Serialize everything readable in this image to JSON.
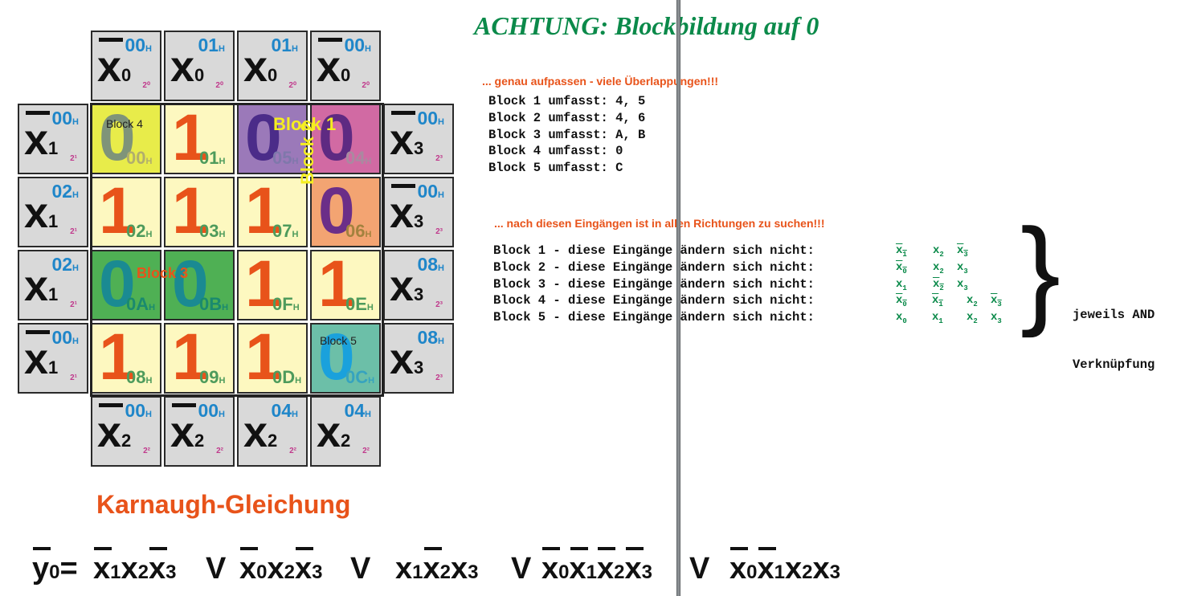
{
  "title": "ACHTUNG: Blockbildung auf 0",
  "top_headers": [
    {
      "hex": "00",
      "var": "x",
      "sub": "0",
      "bar": true,
      "pw": "2⁰"
    },
    {
      "hex": "01",
      "var": "x",
      "sub": "0",
      "bar": false,
      "pw": "2⁰"
    },
    {
      "hex": "01",
      "var": "x",
      "sub": "0",
      "bar": false,
      "pw": "2⁰"
    },
    {
      "hex": "00",
      "var": "x",
      "sub": "0",
      "bar": true,
      "pw": "2⁰"
    }
  ],
  "left_headers": [
    {
      "hex": "00",
      "var": "x",
      "sub": "1",
      "bar": true,
      "pw": "2¹"
    },
    {
      "hex": "02",
      "var": "x",
      "sub": "1",
      "bar": false,
      "pw": "2¹"
    },
    {
      "hex": "02",
      "var": "x",
      "sub": "1",
      "bar": false,
      "pw": "2¹"
    },
    {
      "hex": "00",
      "var": "x",
      "sub": "1",
      "bar": true,
      "pw": "2¹"
    }
  ],
  "right_headers": [
    {
      "hex": "00",
      "var": "x",
      "sub": "3",
      "bar": true,
      "pw": "2³"
    },
    {
      "hex": "00",
      "var": "x",
      "sub": "3",
      "bar": true,
      "pw": "2³"
    },
    {
      "hex": "08",
      "var": "x",
      "sub": "3",
      "bar": false,
      "pw": "2³"
    },
    {
      "hex": "08",
      "var": "x",
      "sub": "3",
      "bar": false,
      "pw": "2³"
    }
  ],
  "bottom_headers": [
    {
      "hex": "00",
      "var": "x",
      "sub": "2",
      "bar": true,
      "pw": "2²"
    },
    {
      "hex": "00",
      "var": "x",
      "sub": "2",
      "bar": true,
      "pw": "2²"
    },
    {
      "hex": "04",
      "var": "x",
      "sub": "2",
      "bar": false,
      "pw": "2²"
    },
    {
      "hex": "04",
      "var": "x",
      "sub": "2",
      "bar": false,
      "pw": "2²"
    }
  ],
  "cells": [
    [
      {
        "val": "0",
        "idx": "00",
        "bg": "#e8ec4a",
        "vc": "#7f9479",
        "ic": "#b1ae6d"
      },
      {
        "val": "1",
        "idx": "01",
        "bg": "#fdf8c0",
        "vc": "#e8531a",
        "ic": "#4e9b5c"
      },
      {
        "val": "0",
        "idx": "05",
        "bg": "#9b79b9",
        "vc": "#4b2c89",
        "ic": "#7f78ab"
      },
      {
        "val": "0",
        "idx": "04",
        "bg": "#d16aa3",
        "vc": "#5e2a82",
        "ic": "#a98aa0"
      }
    ],
    [
      {
        "val": "1",
        "idx": "02",
        "bg": "#fdf8c0",
        "vc": "#e8531a",
        "ic": "#4e9b5c"
      },
      {
        "val": "1",
        "idx": "03",
        "bg": "#fdf8c0",
        "vc": "#e8531a",
        "ic": "#4e9b5c"
      },
      {
        "val": "1",
        "idx": "07",
        "bg": "#fdf8c0",
        "vc": "#e8531a",
        "ic": "#4e9b5c"
      },
      {
        "val": "0",
        "idx": "06",
        "bg": "#f3a472",
        "vc": "#6b2e88",
        "ic": "#a3823e"
      }
    ],
    [
      {
        "val": "0",
        "idx": "0A",
        "bg": "#4fb054",
        "vc": "#1a8a92",
        "ic": "#1a8a6e"
      },
      {
        "val": "0",
        "idx": "0B",
        "bg": "#4fb054",
        "vc": "#1a8a92",
        "ic": "#1a8a6e"
      },
      {
        "val": "1",
        "idx": "0F",
        "bg": "#fdf8c0",
        "vc": "#e8531a",
        "ic": "#4e9b5c"
      },
      {
        "val": "1",
        "idx": "0E",
        "bg": "#fdf8c0",
        "vc": "#e8531a",
        "ic": "#4e9b5c"
      }
    ],
    [
      {
        "val": "1",
        "idx": "08",
        "bg": "#fdf8c0",
        "vc": "#e8531a",
        "ic": "#4e9b5c"
      },
      {
        "val": "1",
        "idx": "09",
        "bg": "#fdf8c0",
        "vc": "#e8531a",
        "ic": "#4e9b5c"
      },
      {
        "val": "1",
        "idx": "0D",
        "bg": "#fdf8c0",
        "vc": "#e8531a",
        "ic": "#4e9b5c"
      },
      {
        "val": "0",
        "idx": "0C",
        "bg": "#6cbfa8",
        "vc": "#1aa1dc",
        "ic": "#36a3bf"
      }
    ]
  ],
  "h_suffix": "H",
  "block_labels": {
    "block1": "Block 1",
    "block2": "Block 2",
    "block3": "Block 3",
    "block4": "Block 4",
    "block5": "Block 5"
  },
  "note1": "... genau aufpassen - viele Überlappungen!!!",
  "umfasst": [
    "Block 1 umfasst: 4, 5",
    "Block 2 umfasst: 4, 6",
    "Block 3 umfasst: A, B",
    "Block 4 umfasst: 0",
    "Block 5 umfasst: C"
  ],
  "note2": "... nach diesen Eingängen ist in allen Richtungen zu suchen!!!",
  "aendern_prefix": [
    "Block 1 - diese Eingänge ändern sich nicht:",
    "Block 2 - diese Eingänge ändern sich nicht:",
    "Block 3 - diese Eingänge ändern sich nicht:",
    "Block 4 - diese Eingänge ändern sich nicht:",
    "Block 5 - diese Eingänge ändern sich nicht:"
  ],
  "brace": "}",
  "brace_note": [
    "jeweils AND",
    "Verknüpfung"
  ],
  "karnaugh_title": "Karnaugh-Gleichung",
  "equation": {
    "lhs": {
      "var": "y",
      "sub": "0"
    },
    "equals": "=",
    "or_symbol": "V"
  },
  "colors": {
    "title": "#0b8a4a",
    "orange": "#e8531a",
    "hex_blue": "#1f86c9",
    "green_var": "#0b8a4a"
  }
}
